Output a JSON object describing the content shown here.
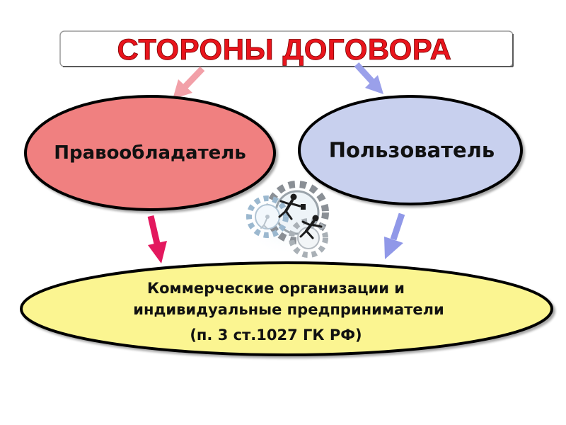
{
  "title": {
    "text": "СТОРОНЫ ДОГОВОРА",
    "color": "#e8141c"
  },
  "nodes": {
    "rightholder": {
      "label": "Правообладатель",
      "fill": "#f08080"
    },
    "user": {
      "label": "Пользователь",
      "fill": "#c8d0ee"
    },
    "parties": {
      "line1": "Коммерческие организации и",
      "line2": "индивидуальные предприниматели",
      "line3": "(п. 3 ст.1027 ГК РФ)",
      "fill": "#fbf591"
    }
  },
  "colors": {
    "arrow_pink": "#f2a0a8",
    "arrow_blue": "#9aa0ea",
    "arrow_magenta": "#e3185e",
    "arrow_lavender": "#9098e8",
    "outline": "#000000"
  },
  "icons": {
    "center": "gears-people-icon"
  }
}
